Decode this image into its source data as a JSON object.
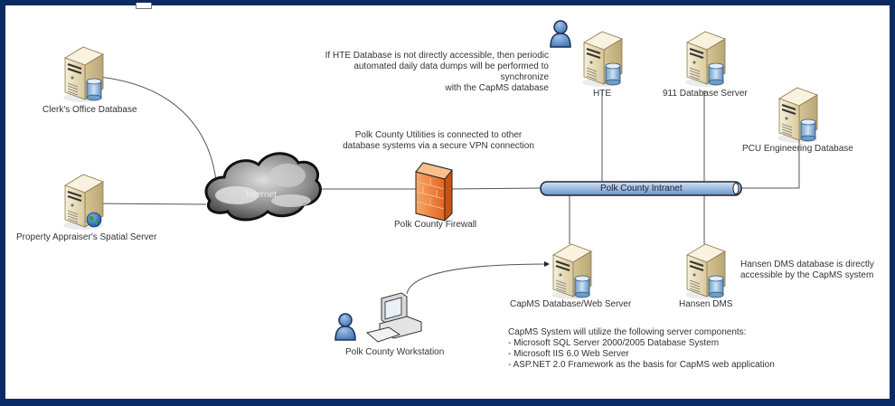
{
  "nodes": {
    "clerks_office": {
      "label": "Clerk's Office Database",
      "icon": "database-server-icon"
    },
    "property_appraiser": {
      "label": "Property Appraiser's Spatial Server",
      "icon": "web-server-icon"
    },
    "internet": {
      "label": "Internet",
      "icon": "cloud-icon"
    },
    "firewall": {
      "label": "Polk County Firewall",
      "icon": "firewall-icon"
    },
    "intranet": {
      "label": "Polk County Intranet",
      "icon": "network-bus-icon"
    },
    "hte": {
      "label": "HTE",
      "icon": "database-server-icon"
    },
    "db911": {
      "label": "911 Database Server",
      "icon": "database-server-icon"
    },
    "pcu": {
      "label": "PCU Engineering Database",
      "icon": "database-server-icon"
    },
    "capms": {
      "label": "CapMS Database/Web Server",
      "icon": "database-server-icon"
    },
    "hansen": {
      "label": "Hansen DMS",
      "icon": "database-server-icon"
    },
    "workstation": {
      "label": "Polk County Workstation",
      "icon": "workstation-icon"
    }
  },
  "notes": {
    "hte_note": [
      "If HTE Database is not directly accessible, then periodic",
      "automated daily data dumps will be performed to synchronize",
      "with the CapMS database"
    ],
    "vpn_note": [
      "Polk County Utilities is connected to other",
      "database systems via a secure VPN connection"
    ],
    "hansen_note": [
      "Hansen DMS database is directly",
      "accessible by the CapMS system"
    ],
    "capms_components": [
      "CapMS System will utilize the following server components:",
      "- Microsoft SQL Server 2000/2005 Database System",
      "- Microsoft IIS 6.0 Web Server",
      "- ASP.NET 2.0 Framework as the basis for CapMS web application"
    ]
  },
  "colors": {
    "frame": "#0a2a66",
    "server_body": "#e8dcb8",
    "db_cylinder": "#8fb6dc",
    "firewall": "#f08a3c",
    "intranet_bus": "#a9c4e4",
    "user": "#4a7fc0"
  }
}
